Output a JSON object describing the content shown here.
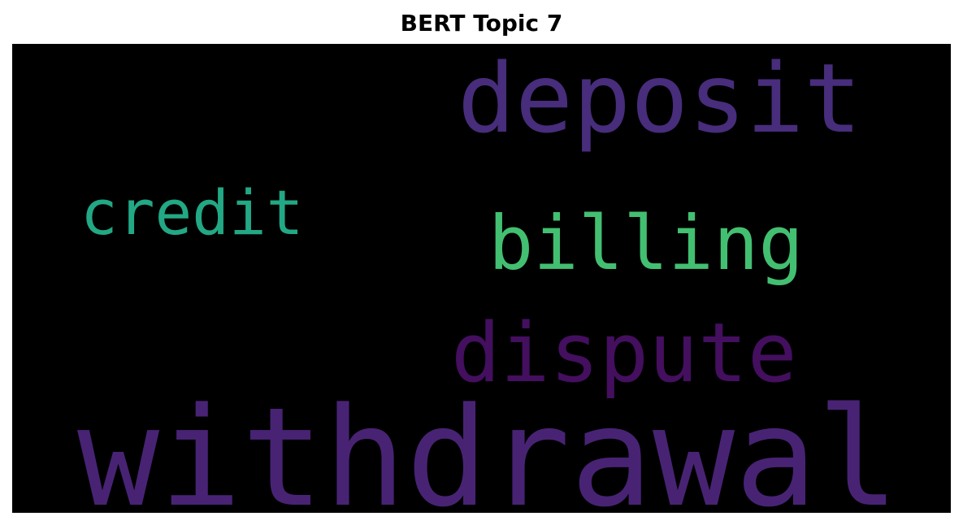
{
  "chart_data": {
    "type": "wordcloud",
    "title": "BERT Topic 7",
    "background": "#000000",
    "words": [
      {
        "text": "withdrawal",
        "weight": 1.0,
        "color": "#482374"
      },
      {
        "text": "deposit",
        "weight": 0.7,
        "color": "#472d7b"
      },
      {
        "text": "dispute",
        "weight": 0.6,
        "color": "#440f5f"
      },
      {
        "text": "billing",
        "weight": 0.55,
        "color": "#43bf71"
      },
      {
        "text": "credit",
        "weight": 0.45,
        "color": "#22a884"
      }
    ]
  }
}
